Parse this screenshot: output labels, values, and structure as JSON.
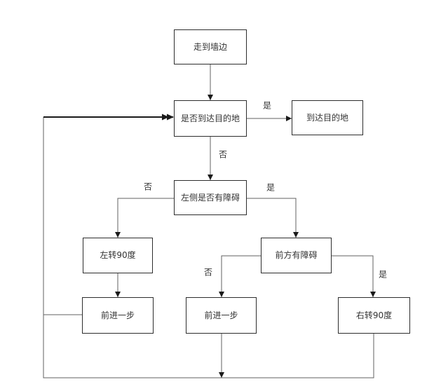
{
  "diagram": {
    "title": "robot-wall-navigation-flowchart",
    "nodes": {
      "walk_to_wall": {
        "label": "走到墙边"
      },
      "reached_check": {
        "label": "是否到达目的地"
      },
      "reached_dest": {
        "label": "到达目的地"
      },
      "left_obstacle_check": {
        "label": "左侧是否有障碍"
      },
      "turn_left": {
        "label": "左转90度"
      },
      "forward_left": {
        "label": "前进一步"
      },
      "front_obstacle": {
        "label": "前方有障碍"
      },
      "forward_mid": {
        "label": "前进一步"
      },
      "turn_right": {
        "label": "右转90度"
      }
    },
    "edge_labels": {
      "yes_to_dest": "是",
      "no_below_reached": "否",
      "no_left_branch": "否",
      "yes_right_branch": "是",
      "no_front": "否",
      "yes_front": "是"
    },
    "colors": {
      "background": "#ffffff",
      "node_fill": "#ffffff",
      "node_border": "#2d2d2d",
      "connector": "#616161",
      "arrowhead": "#1a1a1a",
      "text": "#333333"
    }
  }
}
